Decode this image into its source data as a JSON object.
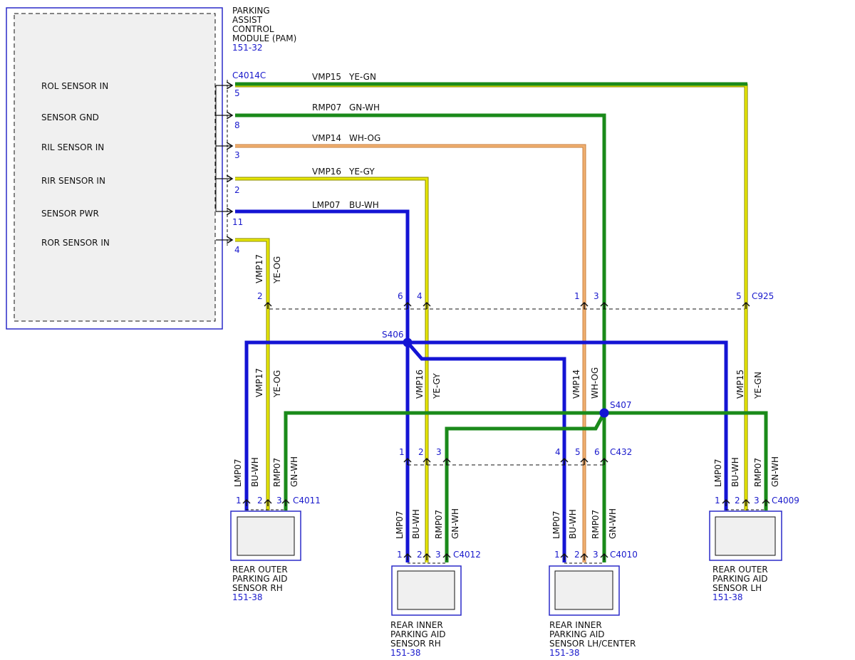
{
  "module": {
    "name_lines": [
      "PARKING",
      "ASSIST",
      "CONTROL",
      "MODULE (PAM)"
    ],
    "ref": "151-32",
    "connector": "C4014C",
    "pins": [
      {
        "label": "ROL SENSOR IN",
        "pin": "5",
        "circuit": "VMP15",
        "color": "YE-GN"
      },
      {
        "label": "SENSOR GND",
        "pin": "8",
        "circuit": "RMP07",
        "color": "GN-WH"
      },
      {
        "label": "RIL SENSOR IN",
        "pin": "3",
        "circuit": "VMP14",
        "color": "WH-OG"
      },
      {
        "label": "RIR SENSOR IN",
        "pin": "2",
        "circuit": "VMP16",
        "color": "YE-GY"
      },
      {
        "label": "SENSOR PWR",
        "pin": "11",
        "circuit": "LMP07",
        "color": "BU-WH"
      },
      {
        "label": "ROR SENSOR IN",
        "pin": "4",
        "circuit": "VMP17",
        "color": "YE-OG"
      }
    ]
  },
  "inline_connectors": {
    "c925": {
      "name": "C925",
      "pins": [
        "2",
        "6",
        "4",
        "1",
        "3",
        "5"
      ]
    },
    "c432": {
      "name": "C432",
      "pins": [
        "1",
        "2",
        "3",
        "4",
        "5",
        "6"
      ]
    }
  },
  "splices": {
    "s406": "S406",
    "s407": "S407"
  },
  "vertical_labels": {
    "vmp17_circuit": "VMP17",
    "vmp17_color": "YE-OG",
    "vmp16_circuit": "VMP16",
    "vmp16_color": "YE-GY",
    "vmp14_circuit": "VMP14",
    "vmp14_color": "WH-OG",
    "vmp15_circuit": "VMP15",
    "vmp15_color": "YE-GN",
    "lmp07_circuit": "LMP07",
    "bu_wh": "BU-WH",
    "rmp07_circuit": "RMP07",
    "gn_wh": "GN-WH"
  },
  "sensors": [
    {
      "id": "ror",
      "connector": "C4011",
      "pins": [
        "1",
        "2",
        "3"
      ],
      "name_lines": [
        "REAR OUTER",
        "PARKING AID",
        "SENSOR RH"
      ],
      "ref": "151-38"
    },
    {
      "id": "rir",
      "connector": "C4012",
      "pins": [
        "1",
        "2",
        "3"
      ],
      "name_lines": [
        "REAR INNER",
        "PARKING AID",
        "SENSOR RH"
      ],
      "ref": "151-38"
    },
    {
      "id": "ril",
      "connector": "C4010",
      "pins": [
        "1",
        "2",
        "3"
      ],
      "name_lines": [
        "REAR INNER",
        "PARKING AID",
        "SENSOR LH/CENTER"
      ],
      "ref": "151-38"
    },
    {
      "id": "rol",
      "connector": "C4009",
      "pins": [
        "1",
        "2",
        "3"
      ],
      "name_lines": [
        "REAR OUTER",
        "PARKING AID",
        "SENSOR LH"
      ],
      "ref": "151-38"
    }
  ],
  "colors": {
    "yellow": "#e8e800",
    "yellow_edge": "#8a8a00",
    "green": "#1a8a1a",
    "blue": "#1414d4",
    "orange": "#f0b070",
    "frame_blue": "#2a2ac8",
    "box_fill": "#f0f0f0"
  }
}
